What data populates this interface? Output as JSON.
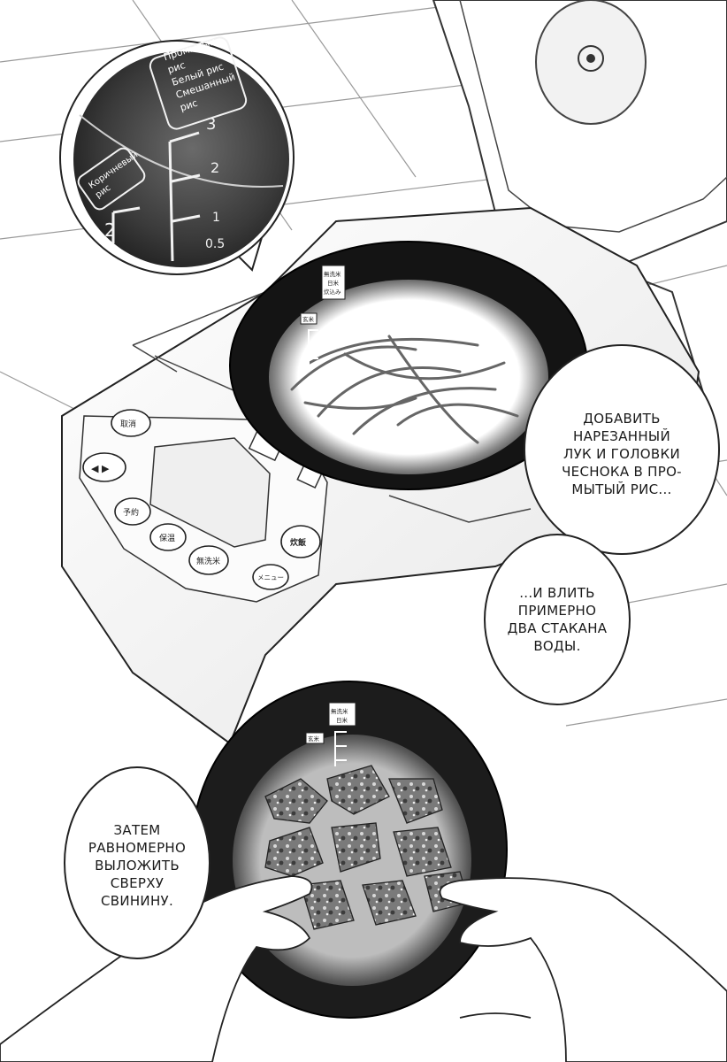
{
  "bubbles": [
    {
      "lines": [
        "Добавить",
        "нарезанный",
        "лук и головки",
        "чеснока в про-",
        "мытый рис..."
      ]
    },
    {
      "lines": [
        "...и влить",
        "примерно",
        "два стакана",
        "воды."
      ]
    },
    {
      "lines": [
        "Затем",
        "равномерно",
        "выложить",
        "сверху",
        "свинину."
      ]
    }
  ],
  "inset": {
    "rice_types_box": [
      "Промытый",
      "рис",
      "Белый рис",
      "Смешанный",
      "рис"
    ],
    "brown_rice_box": [
      "Коричневый",
      "рис"
    ],
    "scale_right": [
      "3",
      "2",
      "1",
      "0.5"
    ],
    "scale_left": [
      "2"
    ]
  },
  "cooker_panel": {
    "buttons": [
      "取消",
      "予約",
      "保温",
      "無洗米",
      "炊飯",
      "メニュー"
    ]
  },
  "pot_marks": {
    "upper_pot": [
      "無洗米",
      "日米",
      "炊込み",
      "玄米"
    ],
    "lower_pot": [
      "無洗米",
      "日米",
      "玄米"
    ]
  }
}
